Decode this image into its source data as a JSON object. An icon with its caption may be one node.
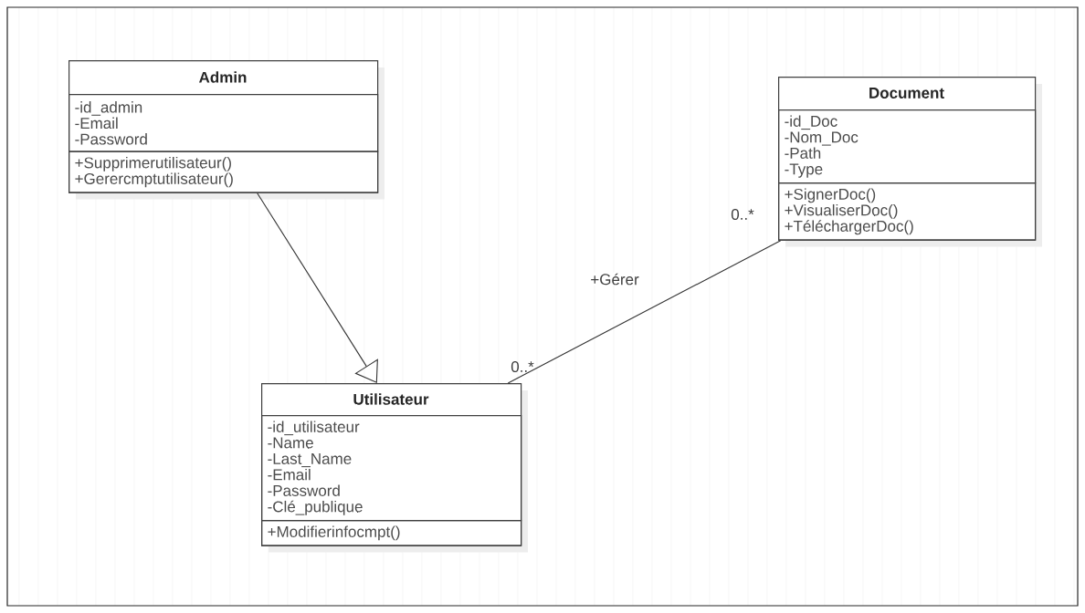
{
  "diagram": {
    "nodes": [
      {
        "text": [
          "Admin"
        ]
      },
      {
        "text": [
          "-id_admin",
          "-Email",
          "-Password"
        ],
        "in": 0
      },
      {
        "text": [
          "+Supprimerutilisateur()",
          "+Gerercmptutilisateur()"
        ],
        "in": 0
      },
      {
        "text": [
          "Document"
        ]
      },
      {
        "text": [
          "-id_Doc",
          "-Nom_Doc",
          "-Path",
          "-Type"
        ],
        "in": 3
      },
      {
        "text": [
          "+SignerDoc()",
          "+VisualiserDoc()",
          "+TéléchargerDoc()"
        ],
        "in": 3
      },
      {
        "text": [
          "Utilisateur"
        ]
      },
      {
        "text": [
          "-id_utilisateur",
          "-Name",
          "-Last_Name",
          "-Email",
          "-Password",
          "-Clé_publique"
        ],
        "in": 6
      },
      {
        "text": [
          "+Modifierinfocmpt()"
        ],
        "in": 6
      }
    ],
    "edges": [
      {
        "from": 0,
        "to": 6,
        "arrow": "to"
      },
      {
        "from": 6,
        "to": 3,
        "arrow": "none",
        "label": "+Gérer"
      }
    ],
    "labels": [
      "0..*",
      "0..*"
    ]
  }
}
